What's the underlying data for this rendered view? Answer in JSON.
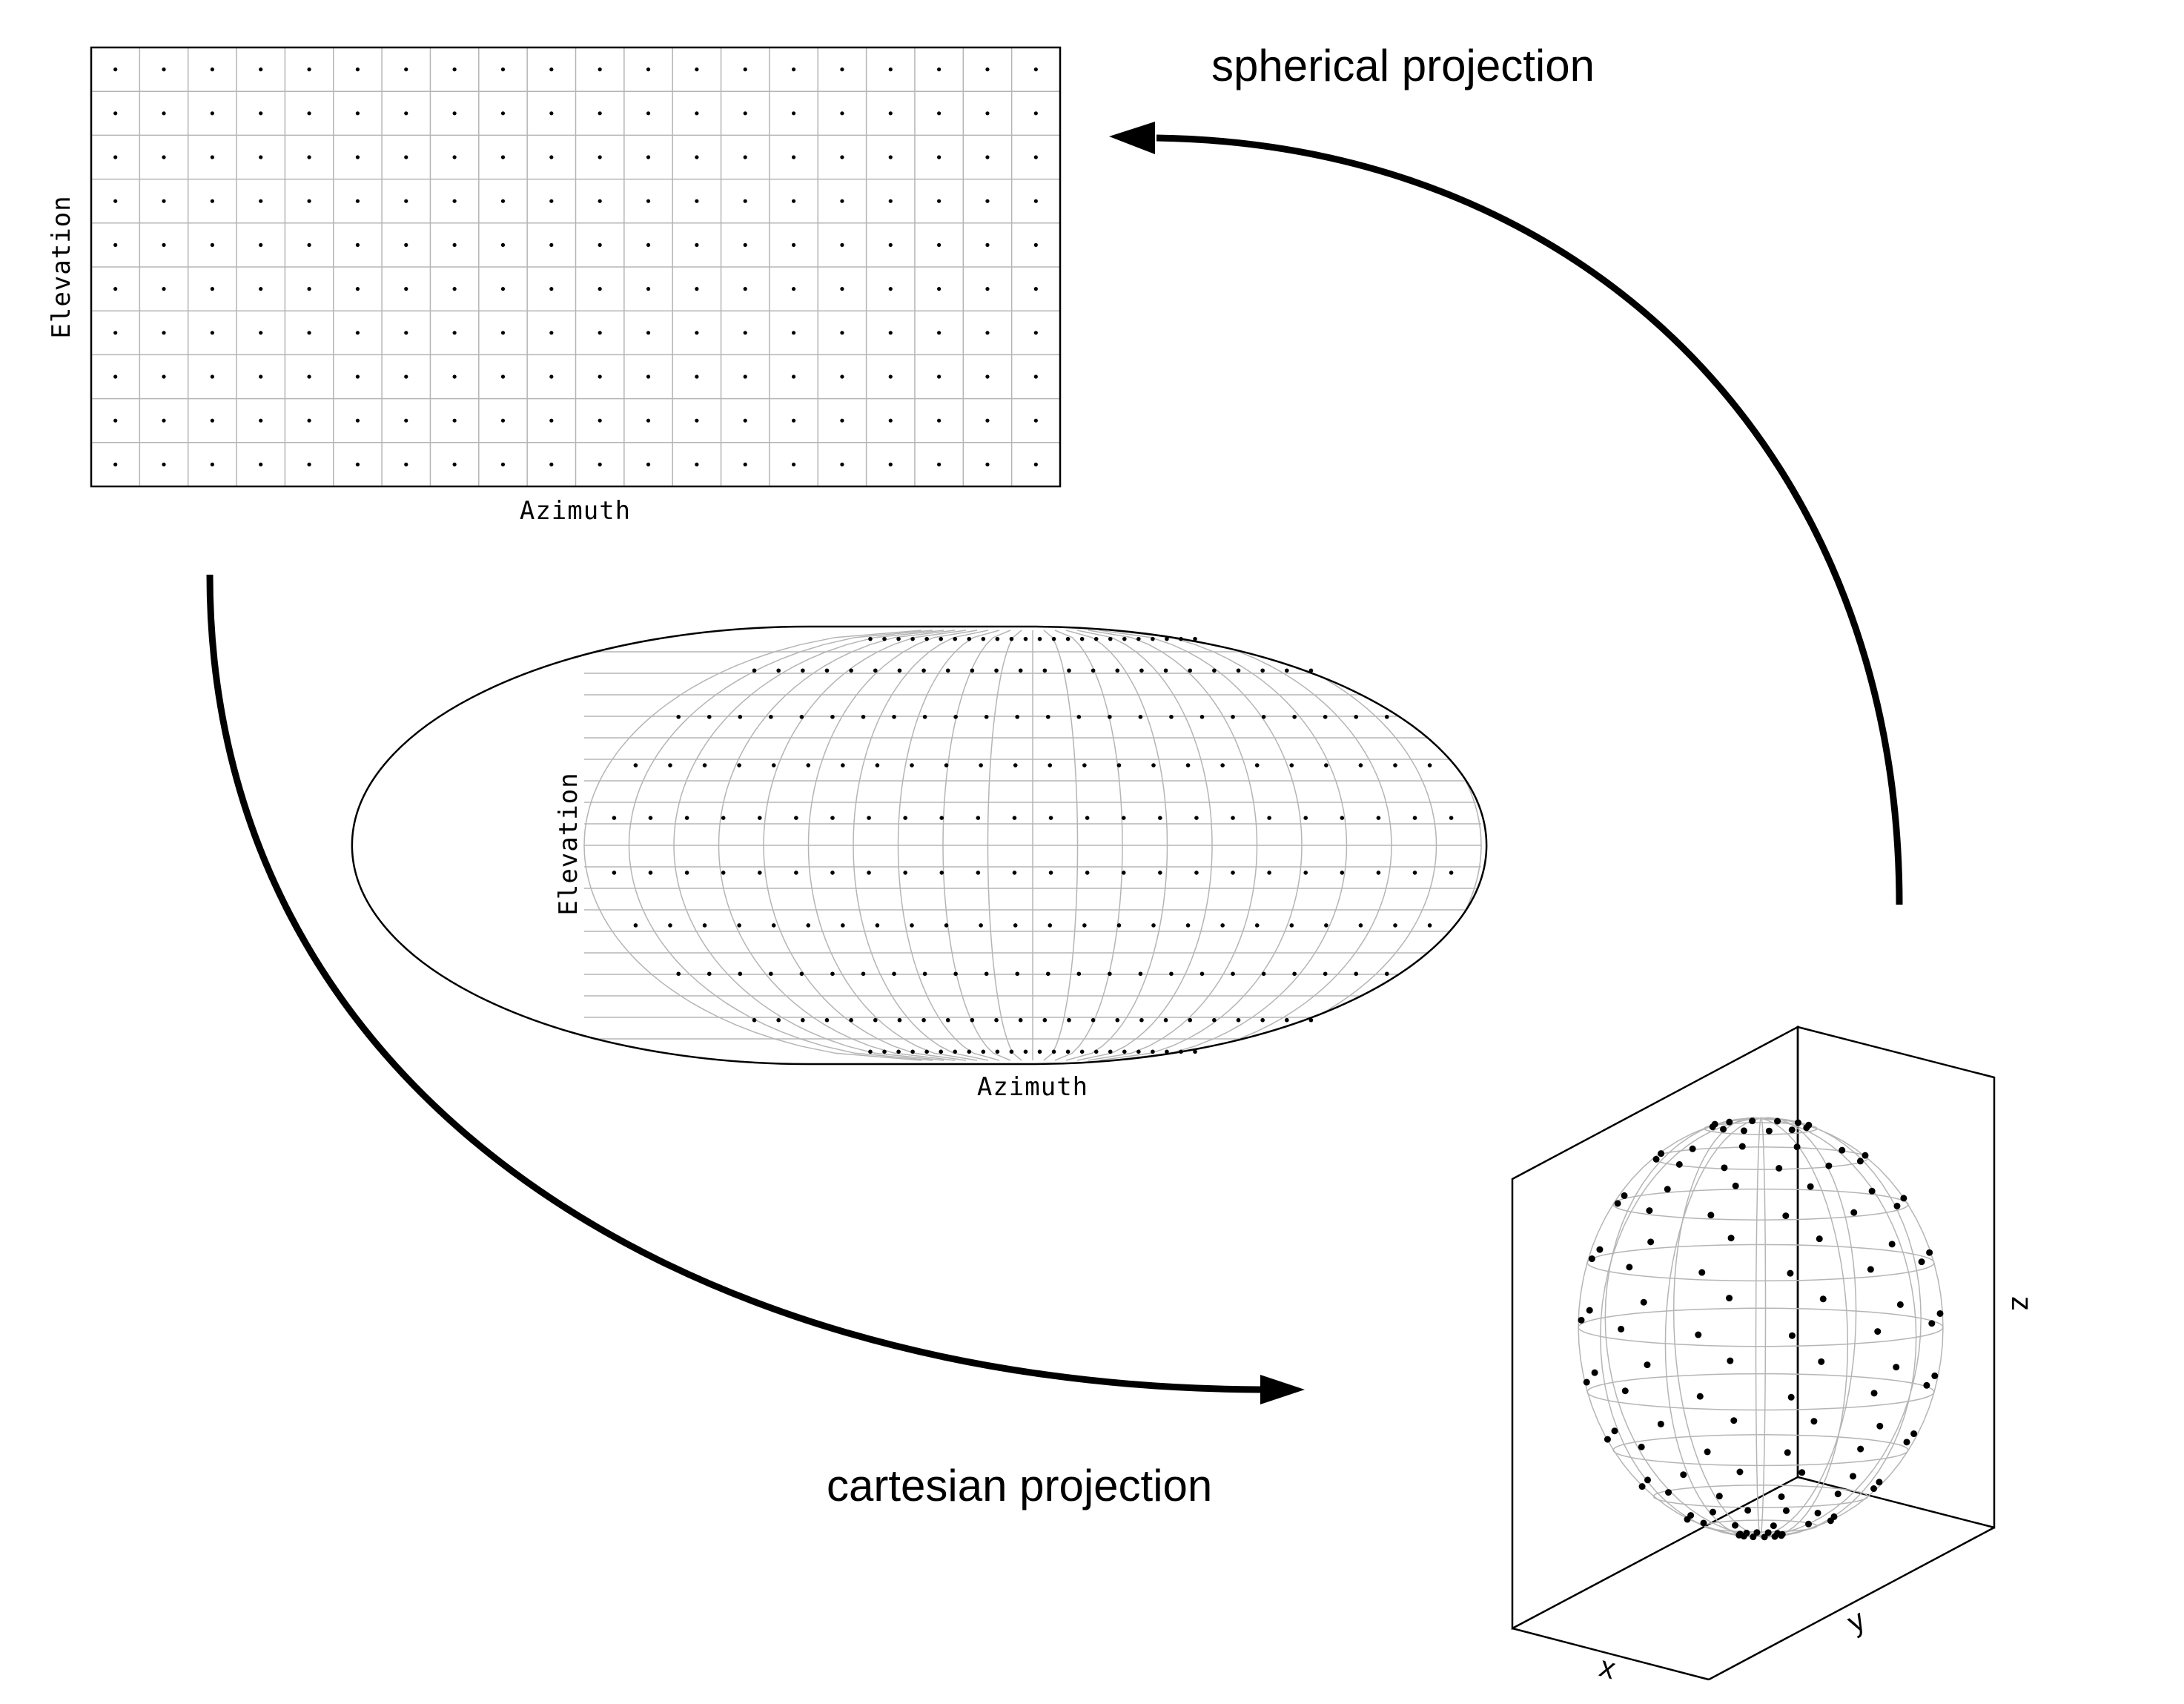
{
  "labels": {
    "spherical_projection": "spherical projection",
    "cartesian_projection": "cartesian projection"
  },
  "panels": {
    "grid_map": {
      "xlabel": "Azimuth",
      "ylabel": "Elevation",
      "columns": 20,
      "rows": 10
    },
    "ellipse_map": {
      "xlabel": "Azimuth",
      "ylabel": "Elevation",
      "columns": 20,
      "rows": 10
    },
    "sphere_3d": {
      "xlabel": "x",
      "ylabel": "y",
      "zlabel": "z"
    }
  },
  "colors": {
    "ink": "#000000",
    "grid": "#b5b5b5"
  }
}
